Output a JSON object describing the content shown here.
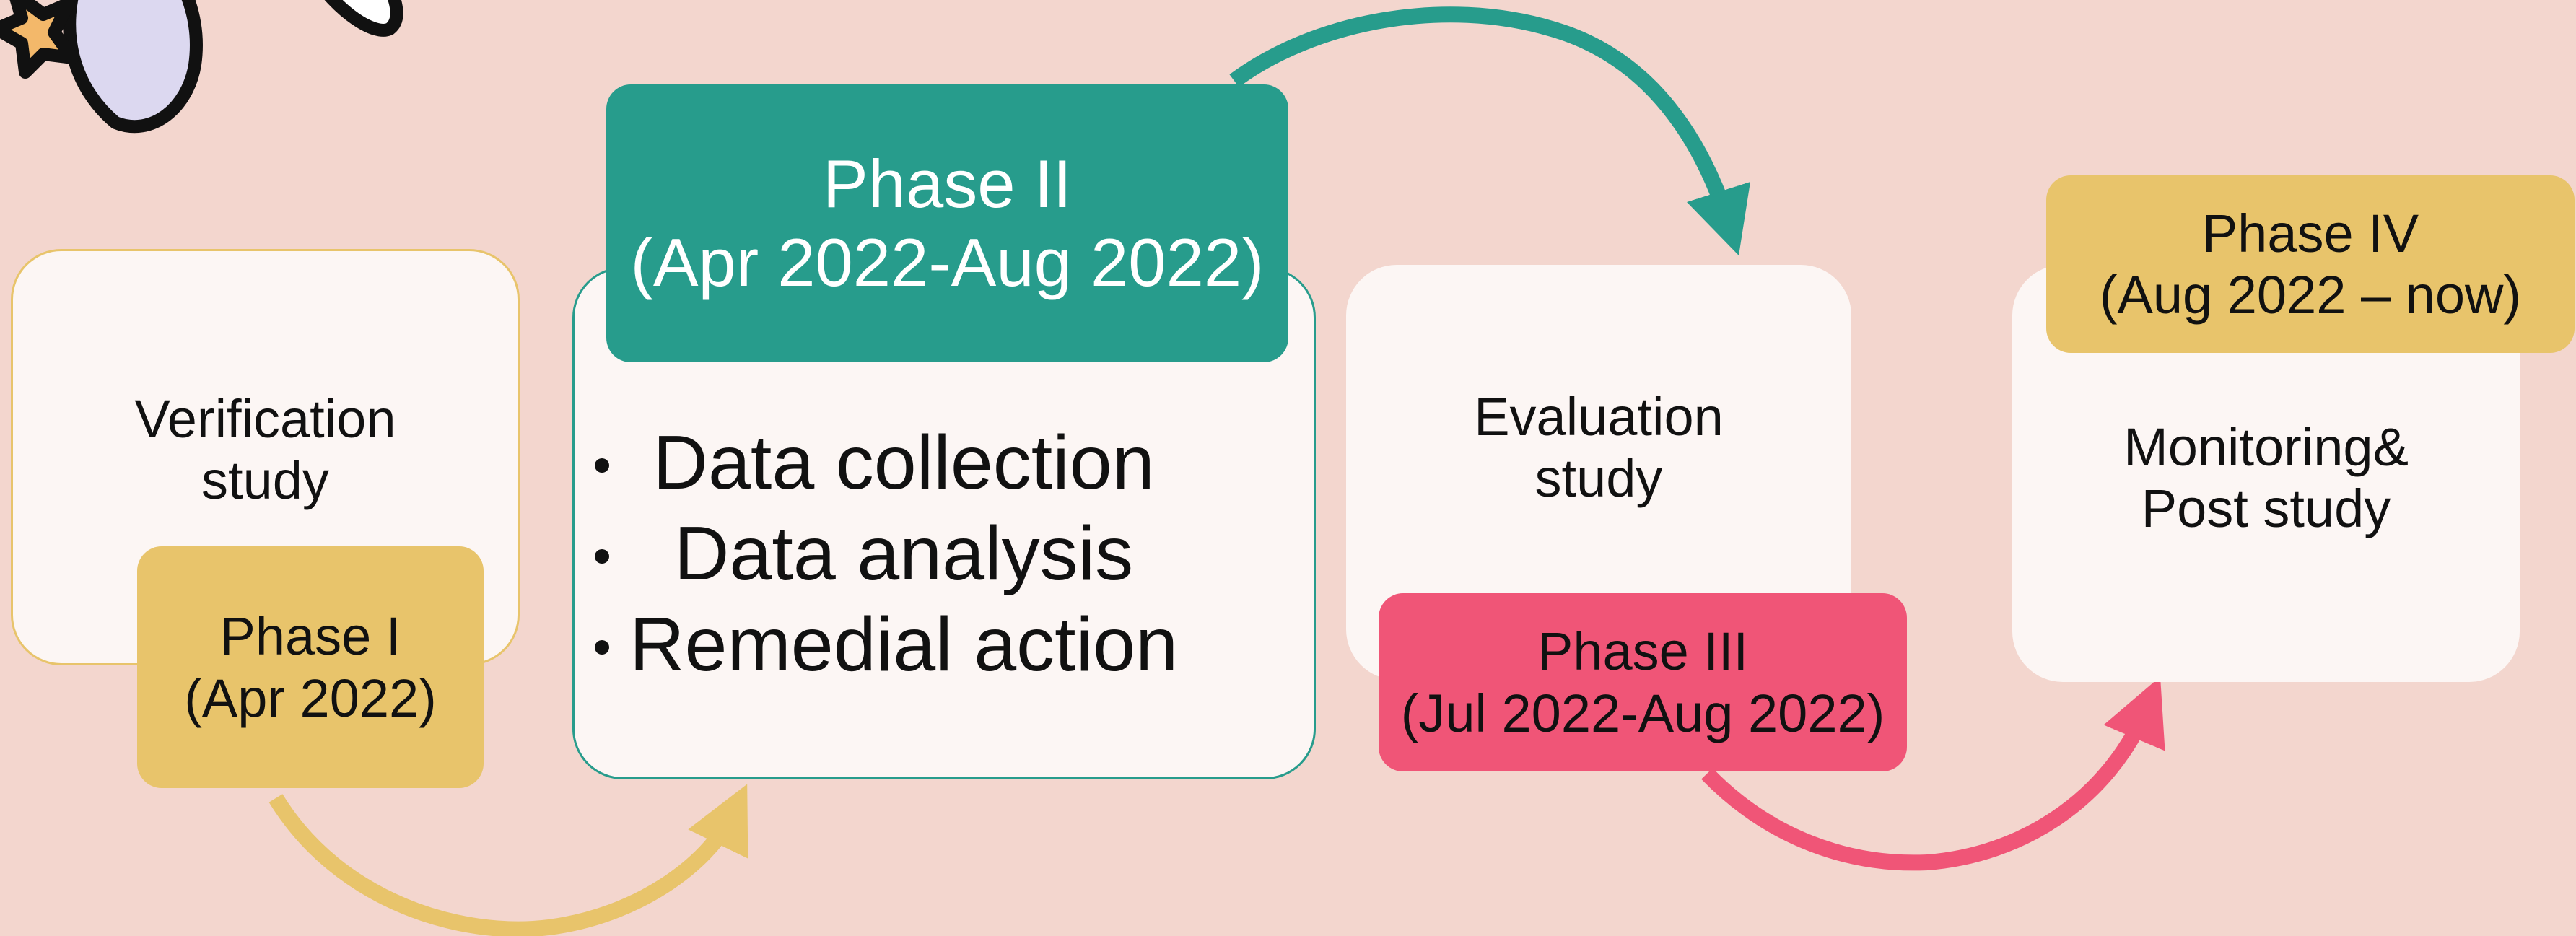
{
  "colors": {
    "background": "#f3d6ce",
    "card": "#fcf6f4",
    "gold": "#e8c46b",
    "teal": "#279c8c",
    "pink": "#f05577",
    "text_dark": "#111111",
    "text_light": "#ffffff"
  },
  "icons": [
    "rocket-icon",
    "star-icon"
  ],
  "phases": [
    {
      "label_lines": [
        "Phase I",
        "(Apr 2022)"
      ],
      "card_lines": [
        "Verification",
        "study"
      ],
      "color": "#e8c46b"
    },
    {
      "label_lines": [
        "Phase II",
        "(Apr 2022-Aug 2022)"
      ],
      "card_items": [
        "Data collection",
        "Data analysis",
        "Remedial action"
      ],
      "color": "#279c8c"
    },
    {
      "label_lines": [
        "Phase III",
        "(Jul 2022-Aug 2022)"
      ],
      "card_lines": [
        "Evaluation",
        "study"
      ],
      "color": "#f05577"
    },
    {
      "label_lines": [
        "Phase IV",
        "(Aug 2022 – now)"
      ],
      "card_lines": [
        "Monitoring&",
        "Post study"
      ],
      "color": "#e8c46b"
    }
  ]
}
